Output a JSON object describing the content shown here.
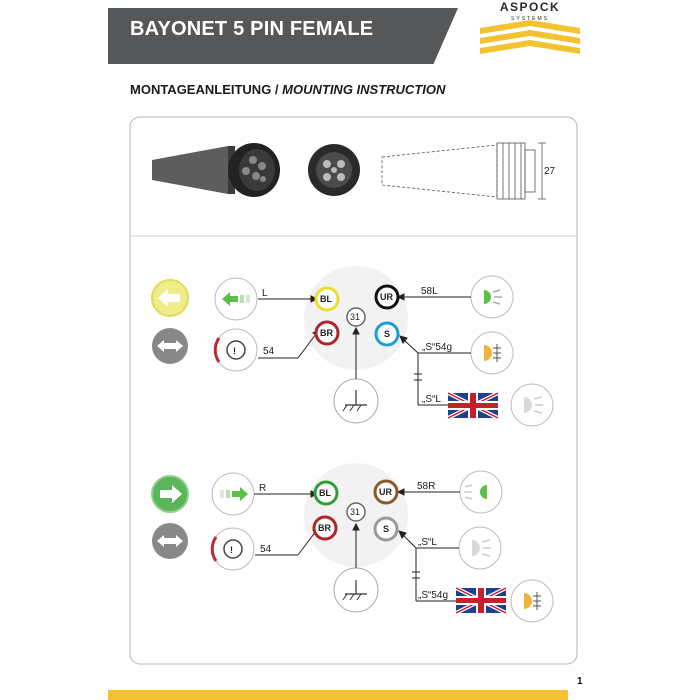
{
  "header": {
    "title": "BAYONET 5 PIN FEMALE",
    "section_de": "MONTAGEANLEITUNG",
    "section_sep": " / ",
    "section_en": "MOUNTING INSTRUCTION"
  },
  "logo": {
    "name": "ASPOCK",
    "sub": "SYSTEMS"
  },
  "dimension": {
    "value": "27"
  },
  "diagram_left": {
    "pin_bl": "BL",
    "pin_br": "BR",
    "pin_31": "31",
    "pin_ur": "UR",
    "pin_s": "S",
    "wire_left": "L",
    "wire_54": "54",
    "wire_58": "58L",
    "wire_s54g": "„S“54g",
    "wire_sl": "„S“L"
  },
  "diagram_right": {
    "pin_bl": "BL",
    "pin_br": "BR",
    "pin_31": "31",
    "pin_ur": "UR",
    "pin_s": "S",
    "wire_right": "R",
    "wire_54": "54",
    "wire_58": "58R",
    "wire_sl": "„S“L",
    "wire_s54g": "„S“54g"
  },
  "page": {
    "number": "1"
  },
  "colors": {
    "header_bg": "#555759",
    "accent_yellow": "#f2c230",
    "pin_yellow": "#e8df2a",
    "pin_red": "#b0252a",
    "pin_black": "#111111",
    "pin_blue": "#1a9fd2",
    "pin_green": "#2f9e3a",
    "pin_brown": "#8a5a2b",
    "pin_grey": "#9a9a9a"
  }
}
